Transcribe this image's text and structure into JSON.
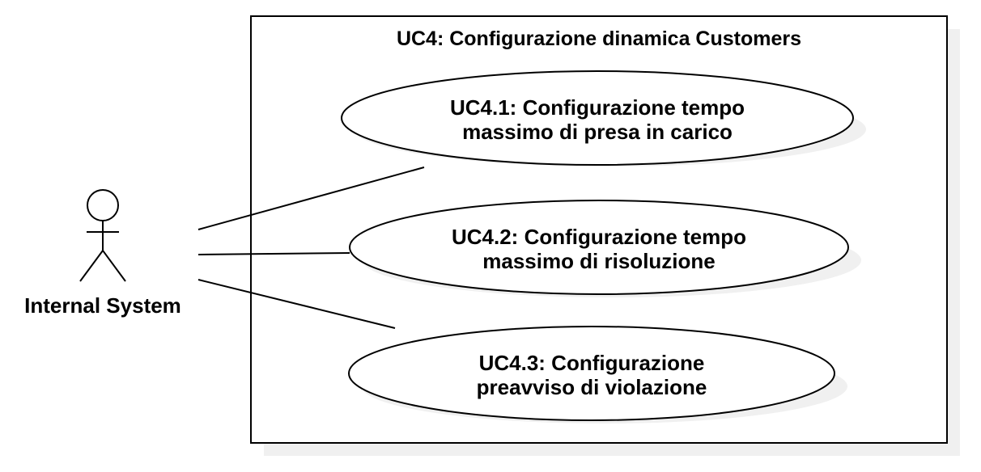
{
  "system": {
    "title": "UC4: Configurazione dinamica Customers"
  },
  "actor": {
    "label": "Internal System"
  },
  "use_cases": [
    {
      "line1": "UC4.1: Configurazione tempo",
      "line2": "massimo di presa in carico"
    },
    {
      "line1": "UC4.2: Configurazione tempo",
      "line2": "massimo di risoluzione"
    },
    {
      "line1": "UC4.3: Configurazione",
      "line2": "preavviso di violazione"
    }
  ],
  "colors": {
    "stroke": "#000000",
    "shadow": "#f0f0f0",
    "background": "#ffffff"
  }
}
